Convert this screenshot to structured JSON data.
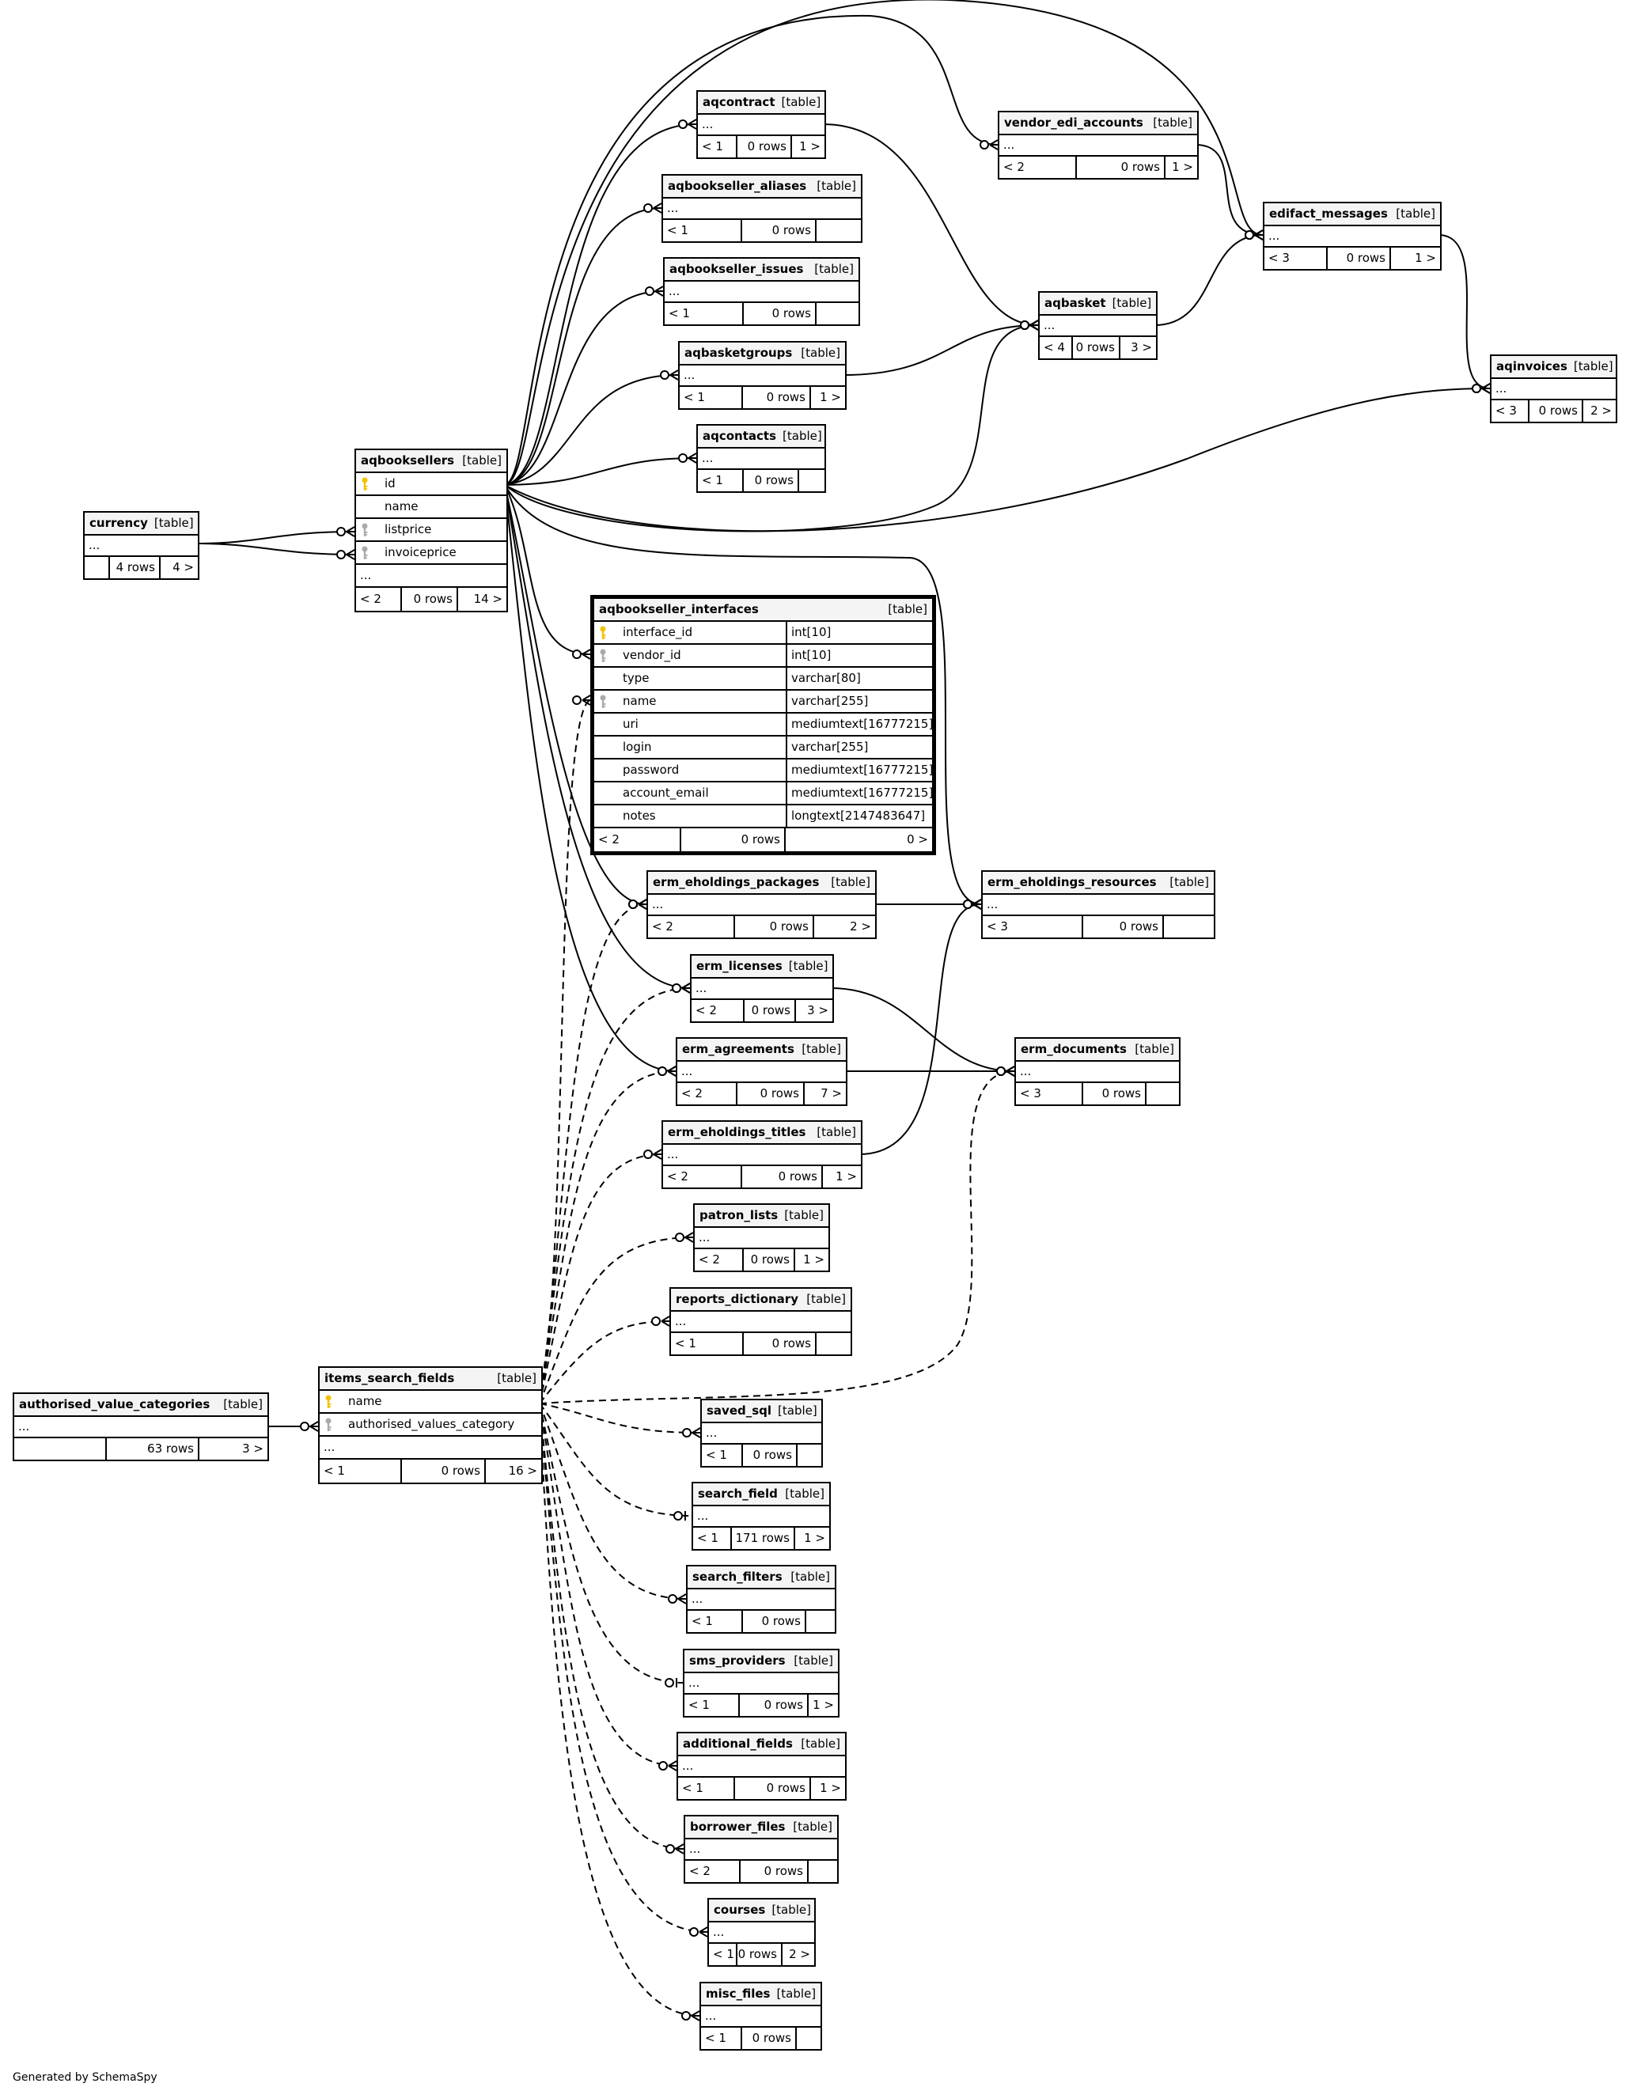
{
  "footer": "Generated by SchemaSpy",
  "tables": {
    "currency": {
      "name": "currency",
      "type": "[table]",
      "rows": [
        {
          "name": "..."
        }
      ],
      "footer": {
        "left": "",
        "rows": "4 rows",
        "right": "4 >"
      }
    },
    "aqbooksellers": {
      "name": "aqbooksellers",
      "type": "[table]",
      "rows": [
        {
          "name": "id",
          "key": "pk"
        },
        {
          "name": "name"
        },
        {
          "name": "listprice",
          "key": "fk"
        },
        {
          "name": "invoiceprice",
          "key": "fk"
        },
        {
          "name": "...",
          "plain": true
        }
      ],
      "footer": {
        "left": "< 2",
        "rows": "0 rows",
        "right": "14 >"
      }
    },
    "aqcontract": {
      "name": "aqcontract",
      "type": "[table]",
      "rows": [
        {
          "name": "..."
        }
      ],
      "footer": {
        "left": "< 1",
        "rows": "0 rows",
        "right": "1 >"
      }
    },
    "aqbookseller_aliases": {
      "name": "aqbookseller_aliases",
      "type": "[table]",
      "rows": [
        {
          "name": "..."
        }
      ],
      "footer": {
        "left": "< 1",
        "rows": "0 rows",
        "right": ""
      }
    },
    "aqbookseller_issues": {
      "name": "aqbookseller_issues",
      "type": "[table]",
      "rows": [
        {
          "name": "..."
        }
      ],
      "footer": {
        "left": "< 1",
        "rows": "0 rows",
        "right": ""
      }
    },
    "aqbasketgroups": {
      "name": "aqbasketgroups",
      "type": "[table]",
      "rows": [
        {
          "name": "..."
        }
      ],
      "footer": {
        "left": "< 1",
        "rows": "0 rows",
        "right": "1 >"
      }
    },
    "aqcontacts": {
      "name": "aqcontacts",
      "type": "[table]",
      "rows": [
        {
          "name": "..."
        }
      ],
      "footer": {
        "left": "< 1",
        "rows": "0 rows",
        "right": ""
      }
    },
    "vendor_edi_accounts": {
      "name": "vendor_edi_accounts",
      "type": "[table]",
      "rows": [
        {
          "name": "..."
        }
      ],
      "footer": {
        "left": "< 2",
        "rows": "0 rows",
        "right": "1 >"
      }
    },
    "edifact_messages": {
      "name": "edifact_messages",
      "type": "[table]",
      "rows": [
        {
          "name": "..."
        }
      ],
      "footer": {
        "left": "< 3",
        "rows": "0 rows",
        "right": "1 >"
      }
    },
    "aqbasket": {
      "name": "aqbasket",
      "type": "[table]",
      "rows": [
        {
          "name": "..."
        }
      ],
      "footer": {
        "left": "< 4",
        "rows": "0 rows",
        "right": "3 >"
      }
    },
    "aqinvoices": {
      "name": "aqinvoices",
      "type": "[table]",
      "rows": [
        {
          "name": "..."
        }
      ],
      "footer": {
        "left": "< 3",
        "rows": "0 rows",
        "right": "2 >"
      }
    },
    "aqbookseller_interfaces": {
      "name": "aqbookseller_interfaces",
      "type": "[table]",
      "rows": [
        {
          "name": "interface_id",
          "coltype": "int[10]",
          "key": "pk"
        },
        {
          "name": "vendor_id",
          "coltype": "int[10]",
          "key": "fk"
        },
        {
          "name": "type",
          "coltype": "varchar[80]"
        },
        {
          "name": "name",
          "coltype": "varchar[255]",
          "key": "fk"
        },
        {
          "name": "uri",
          "coltype": "mediumtext[16777215]"
        },
        {
          "name": "login",
          "coltype": "varchar[255]"
        },
        {
          "name": "password",
          "coltype": "mediumtext[16777215]"
        },
        {
          "name": "account_email",
          "coltype": "mediumtext[16777215]"
        },
        {
          "name": "notes",
          "coltype": "longtext[2147483647]"
        }
      ],
      "footer": {
        "left": "< 2",
        "rows": "0 rows",
        "right": "0 >"
      }
    },
    "erm_eholdings_packages": {
      "name": "erm_eholdings_packages",
      "type": "[table]",
      "rows": [
        {
          "name": "..."
        }
      ],
      "footer": {
        "left": "< 2",
        "rows": "0 rows",
        "right": "2 >"
      }
    },
    "erm_eholdings_resources": {
      "name": "erm_eholdings_resources",
      "type": "[table]",
      "rows": [
        {
          "name": "..."
        }
      ],
      "footer": {
        "left": "< 3",
        "rows": "0 rows",
        "right": ""
      }
    },
    "erm_licenses": {
      "name": "erm_licenses",
      "type": "[table]",
      "rows": [
        {
          "name": "..."
        }
      ],
      "footer": {
        "left": "< 2",
        "rows": "0 rows",
        "right": "3 >"
      }
    },
    "erm_agreements": {
      "name": "erm_agreements",
      "type": "[table]",
      "rows": [
        {
          "name": "..."
        }
      ],
      "footer": {
        "left": "< 2",
        "rows": "0 rows",
        "right": "7 >"
      }
    },
    "erm_documents": {
      "name": "erm_documents",
      "type": "[table]",
      "rows": [
        {
          "name": "..."
        }
      ],
      "footer": {
        "left": "< 3",
        "rows": "0 rows",
        "right": ""
      }
    },
    "erm_eholdings_titles": {
      "name": "erm_eholdings_titles",
      "type": "[table]",
      "rows": [
        {
          "name": "..."
        }
      ],
      "footer": {
        "left": "< 2",
        "rows": "0 rows",
        "right": "1 >"
      }
    },
    "patron_lists": {
      "name": "patron_lists",
      "type": "[table]",
      "rows": [
        {
          "name": "..."
        }
      ],
      "footer": {
        "left": "< 2",
        "rows": "0 rows",
        "right": "1 >"
      }
    },
    "reports_dictionary": {
      "name": "reports_dictionary",
      "type": "[table]",
      "rows": [
        {
          "name": "..."
        }
      ],
      "footer": {
        "left": "< 1",
        "rows": "0 rows",
        "right": ""
      }
    },
    "authorised_value_categories": {
      "name": "authorised_value_categories",
      "type": "[table]",
      "rows": [
        {
          "name": "..."
        }
      ],
      "footer": {
        "left": "",
        "rows": "63 rows",
        "right": "3 >"
      }
    },
    "items_search_fields": {
      "name": "items_search_fields",
      "type": "[table]",
      "rows": [
        {
          "name": "name",
          "key": "pk"
        },
        {
          "name": "authorised_values_category",
          "key": "fk"
        },
        {
          "name": "...",
          "plain": true
        }
      ],
      "footer": {
        "left": "< 1",
        "rows": "0 rows",
        "right": "16 >"
      }
    },
    "saved_sql": {
      "name": "saved_sql",
      "type": "[table]",
      "rows": [
        {
          "name": "..."
        }
      ],
      "footer": {
        "left": "< 1",
        "rows": "0 rows",
        "right": ""
      }
    },
    "search_field": {
      "name": "search_field",
      "type": "[table]",
      "rows": [
        {
          "name": "..."
        }
      ],
      "footer": {
        "left": "< 1",
        "rows": "171 rows",
        "right": "1 >"
      }
    },
    "search_filters": {
      "name": "search_filters",
      "type": "[table]",
      "rows": [
        {
          "name": "..."
        }
      ],
      "footer": {
        "left": "< 1",
        "rows": "0 rows",
        "right": ""
      }
    },
    "sms_providers": {
      "name": "sms_providers",
      "type": "[table]",
      "rows": [
        {
          "name": "..."
        }
      ],
      "footer": {
        "left": "< 1",
        "rows": "0 rows",
        "right": "1 >"
      }
    },
    "additional_fields": {
      "name": "additional_fields",
      "type": "[table]",
      "rows": [
        {
          "name": "..."
        }
      ],
      "footer": {
        "left": "< 1",
        "rows": "0 rows",
        "right": "1 >"
      }
    },
    "borrower_files": {
      "name": "borrower_files",
      "type": "[table]",
      "rows": [
        {
          "name": "..."
        }
      ],
      "footer": {
        "left": "< 2",
        "rows": "0 rows",
        "right": ""
      }
    },
    "courses": {
      "name": "courses",
      "type": "[table]",
      "rows": [
        {
          "name": "..."
        }
      ],
      "footer": {
        "left": "< 1",
        "rows": "0 rows",
        "right": "2 >"
      }
    },
    "misc_files": {
      "name": "misc_files",
      "type": "[table]",
      "rows": [
        {
          "name": "..."
        }
      ],
      "footer": {
        "left": "< 1",
        "rows": "0 rows",
        "right": ""
      }
    }
  }
}
